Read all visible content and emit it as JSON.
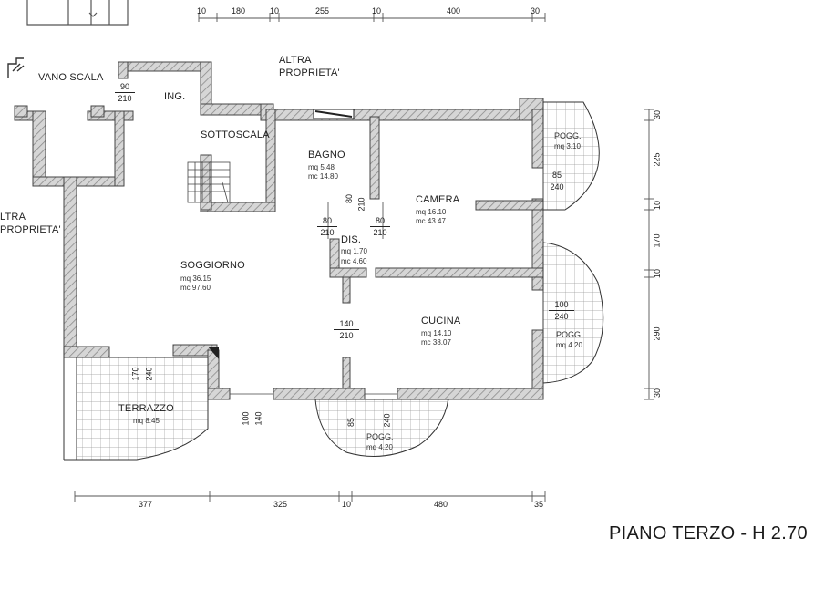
{
  "rooms": {
    "vano_scala": "VANO SCALA",
    "altra_proprieta_top_1": "ALTRA",
    "altra_proprieta_top_2": "PROPRIETA'",
    "altra_proprieta_left_1": "LTRA",
    "altra_proprieta_left_2": "PROPRIETA'",
    "ing": "ING.",
    "sottoscala": "SOTTOSCALA",
    "bagno": "BAGNO",
    "bagno_mq": "mq 5.48",
    "bagno_mc": "mc 14.80",
    "camera": "CAMERA",
    "camera_mq": "mq 16.10",
    "camera_mc": "mc 43.47",
    "dis": "DIS.",
    "dis_mq": "mq 1.70",
    "dis_mc": "mc 4.60",
    "soggiorno": "SOGGIORNO",
    "soggiorno_mq": "mq 36.15",
    "soggiorno_mc": "mc 97.60",
    "cucina": "CUCINA",
    "cucina_mq": "mq 14.10",
    "cucina_mc": "mc 38.07",
    "terrazzo": "TERRAZZO",
    "terrazzo_mq": "mq 8.45",
    "pogg_top": "POGG.",
    "pogg_top_mq": "mq 3.10",
    "pogg_right": "POGG.",
    "pogg_right_mq": "mq 4.20",
    "pogg_bottom": "POGG.",
    "pogg_bottom_mq": "mq 4.20"
  },
  "openings": {
    "ing_w": "90",
    "ing_h": "210",
    "bagno_w": "80",
    "bagno_h": "210",
    "dis_left_w": "80",
    "dis_left_h": "210",
    "dis_right_w": "80",
    "dis_right_h": "210",
    "cucina_w": "140",
    "cucina_h": "210",
    "pogg_top_w": "85",
    "pogg_top_h": "240",
    "pogg_right_w": "100",
    "pogg_right_h": "240",
    "terrazzo_w": "170",
    "terrazzo_h": "240",
    "pogg_bottom_w": "85",
    "pogg_bottom_h": "240",
    "soggiorno_w": "100",
    "soggiorno_h": "140"
  },
  "dimensions": {
    "top": [
      "10",
      "180",
      "10",
      "255",
      "10",
      "400",
      "30"
    ],
    "bottom": [
      "377",
      "325",
      "10",
      "480",
      "35"
    ],
    "right": [
      "30",
      "225",
      "10",
      "170",
      "10",
      "290",
      "30"
    ]
  },
  "title": "PIANO TERZO - H 2.70"
}
